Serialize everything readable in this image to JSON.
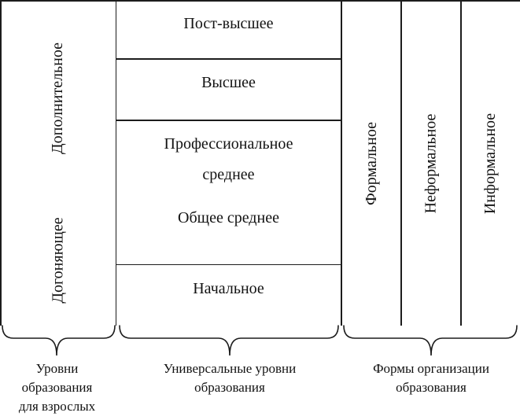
{
  "adult_levels": {
    "supplementary": "Дополнительное",
    "catchup": "Догоняющее"
  },
  "universal_levels": {
    "post_higher": "Пост-высшее",
    "higher": "Высшее",
    "professional_secondary": [
      "Профессиональное",
      "среднее"
    ],
    "general_secondary": "Общее среднее",
    "primary": "Начальное"
  },
  "organization_forms": {
    "formal": "Формальное",
    "non_formal": "Неформальное",
    "informal": "Информальное"
  },
  "captions": {
    "adult": [
      "Уровни",
      "образования",
      "для взрослых"
    ],
    "universal": [
      "Универсальные уровни",
      "образования"
    ],
    "forms": [
      "Формы организации",
      "образования"
    ]
  },
  "colors": {
    "line": "#1c1c1c",
    "text": "#121212",
    "background": "#ffffff"
  }
}
